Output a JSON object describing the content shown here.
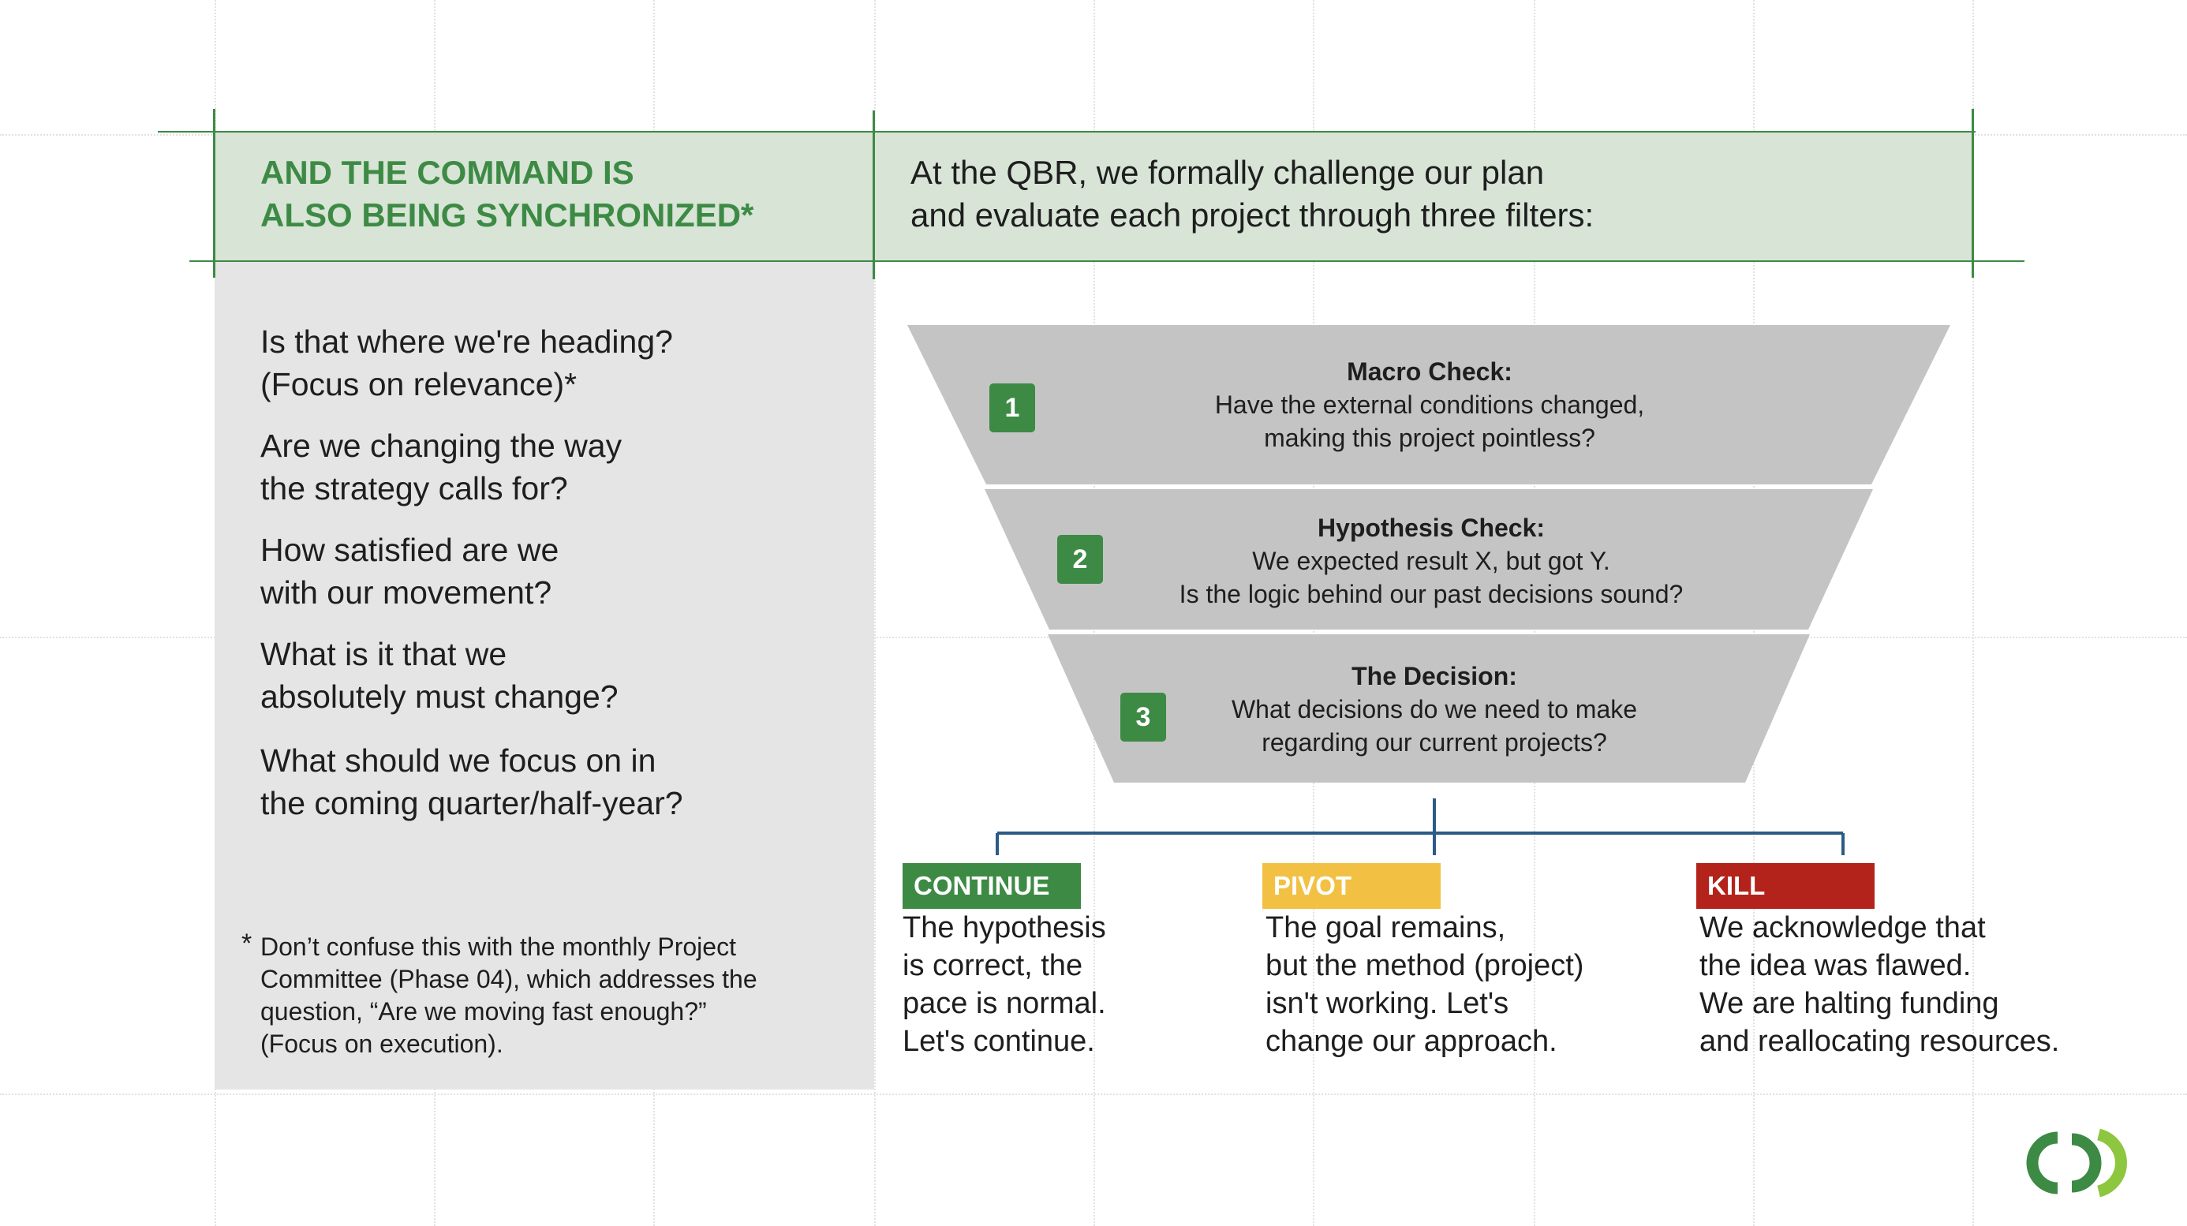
{
  "header": {
    "title_lines": [
      "AND THE COMMAND IS",
      "ALSO BEING SYNCHRONIZED*"
    ],
    "intro_lines": [
      "At the QBR, we formally challenge our plan",
      "and evaluate each project through three filters:"
    ]
  },
  "questions": [
    [
      "Is that where we're heading?",
      "(Focus on relevance)*"
    ],
    [
      "Are we changing the way",
      "the strategy calls for?"
    ],
    [
      "How satisfied are we",
      "with our movement?"
    ],
    [
      "What is it that we",
      "absolutely must change?"
    ],
    [
      "What should we focus on in",
      "the coming quarter/half-year?"
    ]
  ],
  "footnote": {
    "marker": "*",
    "lines": [
      "Don’t confuse this with the monthly Project",
      "Committee (Phase 04), which addresses the",
      "question, “Are we moving fast enough?”",
      "(Focus on execution)."
    ]
  },
  "funnel_steps": [
    {
      "number": "1",
      "title": "Macro Check:",
      "lines": [
        "Have the external conditions changed,",
        "making this project pointless?"
      ]
    },
    {
      "number": "2",
      "title": "Hypothesis Check:",
      "lines": [
        "We expected result X, but got Y.",
        "Is the logic behind our past decisions sound?"
      ]
    },
    {
      "number": "3",
      "title": "The Decision:",
      "lines": [
        "What decisions do we need to make",
        "regarding our current projects?"
      ]
    }
  ],
  "outcomes": [
    {
      "label": "CONTINUE",
      "color": "#3d8a45",
      "lines": [
        "The hypothesis",
        "is correct, the",
        "pace is normal.",
        "Let's continue."
      ]
    },
    {
      "label": "PIVOT",
      "color": "#f2c144",
      "lines": [
        "The goal remains,",
        "but the method (project)",
        "isn't working. Let's",
        "change our approach."
      ]
    },
    {
      "label": "KILL",
      "color": "#b3231b",
      "lines": [
        "We acknowledge that",
        "the idea was flawed.",
        "We are halting funding",
        "and reallocating resources."
      ]
    }
  ],
  "colors": {
    "accent_green": "#3d8a45",
    "header_band": "#d7e4d6",
    "left_panel": "#e5e5e5",
    "funnel_gray": "#c4c4c4",
    "tree_line": "#2b5b86",
    "logo_light_green": "#8dc63f"
  },
  "icons": {
    "logo": "brand-logo-icon"
  }
}
